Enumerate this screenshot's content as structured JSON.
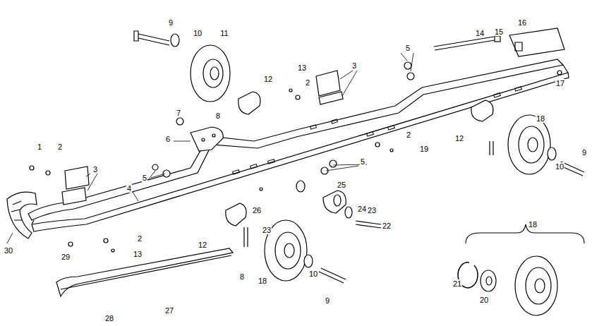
{
  "diagram": {
    "labels": [
      "9",
      "10",
      "11",
      "14",
      "15",
      "16",
      "5",
      "13",
      "3",
      "12",
      "2",
      "17",
      "7",
      "8",
      "12",
      "18",
      "6",
      "2",
      "19",
      "10",
      "9",
      "1",
      "2",
      "3",
      "5",
      "5",
      "4",
      "25",
      "24",
      "26",
      "23",
      "23",
      "22",
      "2",
      "12",
      "30",
      "29",
      "13",
      "8",
      "18",
      "10",
      "9",
      "27",
      "28",
      "18",
      "21",
      "20"
    ]
  }
}
